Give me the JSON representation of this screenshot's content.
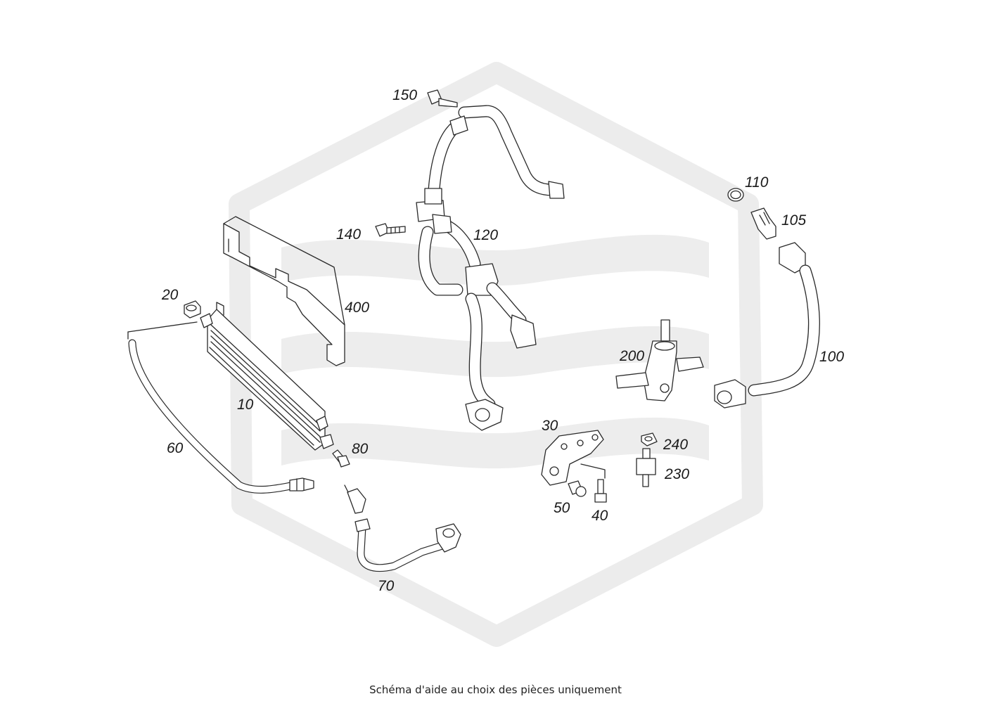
{
  "diagram": {
    "caption": "Schéma d'aide au choix des pièces uniquement",
    "parts": [
      {
        "id": "p10",
        "label": "10"
      },
      {
        "id": "p20",
        "label": "20"
      },
      {
        "id": "p30",
        "label": "30"
      },
      {
        "id": "p40",
        "label": "40"
      },
      {
        "id": "p50",
        "label": "50"
      },
      {
        "id": "p60",
        "label": "60"
      },
      {
        "id": "p70",
        "label": "70"
      },
      {
        "id": "p80",
        "label": "80"
      },
      {
        "id": "p100",
        "label": "100"
      },
      {
        "id": "p105",
        "label": "105"
      },
      {
        "id": "p110",
        "label": "110"
      },
      {
        "id": "p120",
        "label": "120"
      },
      {
        "id": "p140",
        "label": "140"
      },
      {
        "id": "p150",
        "label": "150"
      },
      {
        "id": "p200",
        "label": "200"
      },
      {
        "id": "p230",
        "label": "230"
      },
      {
        "id": "p240",
        "label": "240"
      },
      {
        "id": "p400",
        "label": "400"
      }
    ]
  }
}
